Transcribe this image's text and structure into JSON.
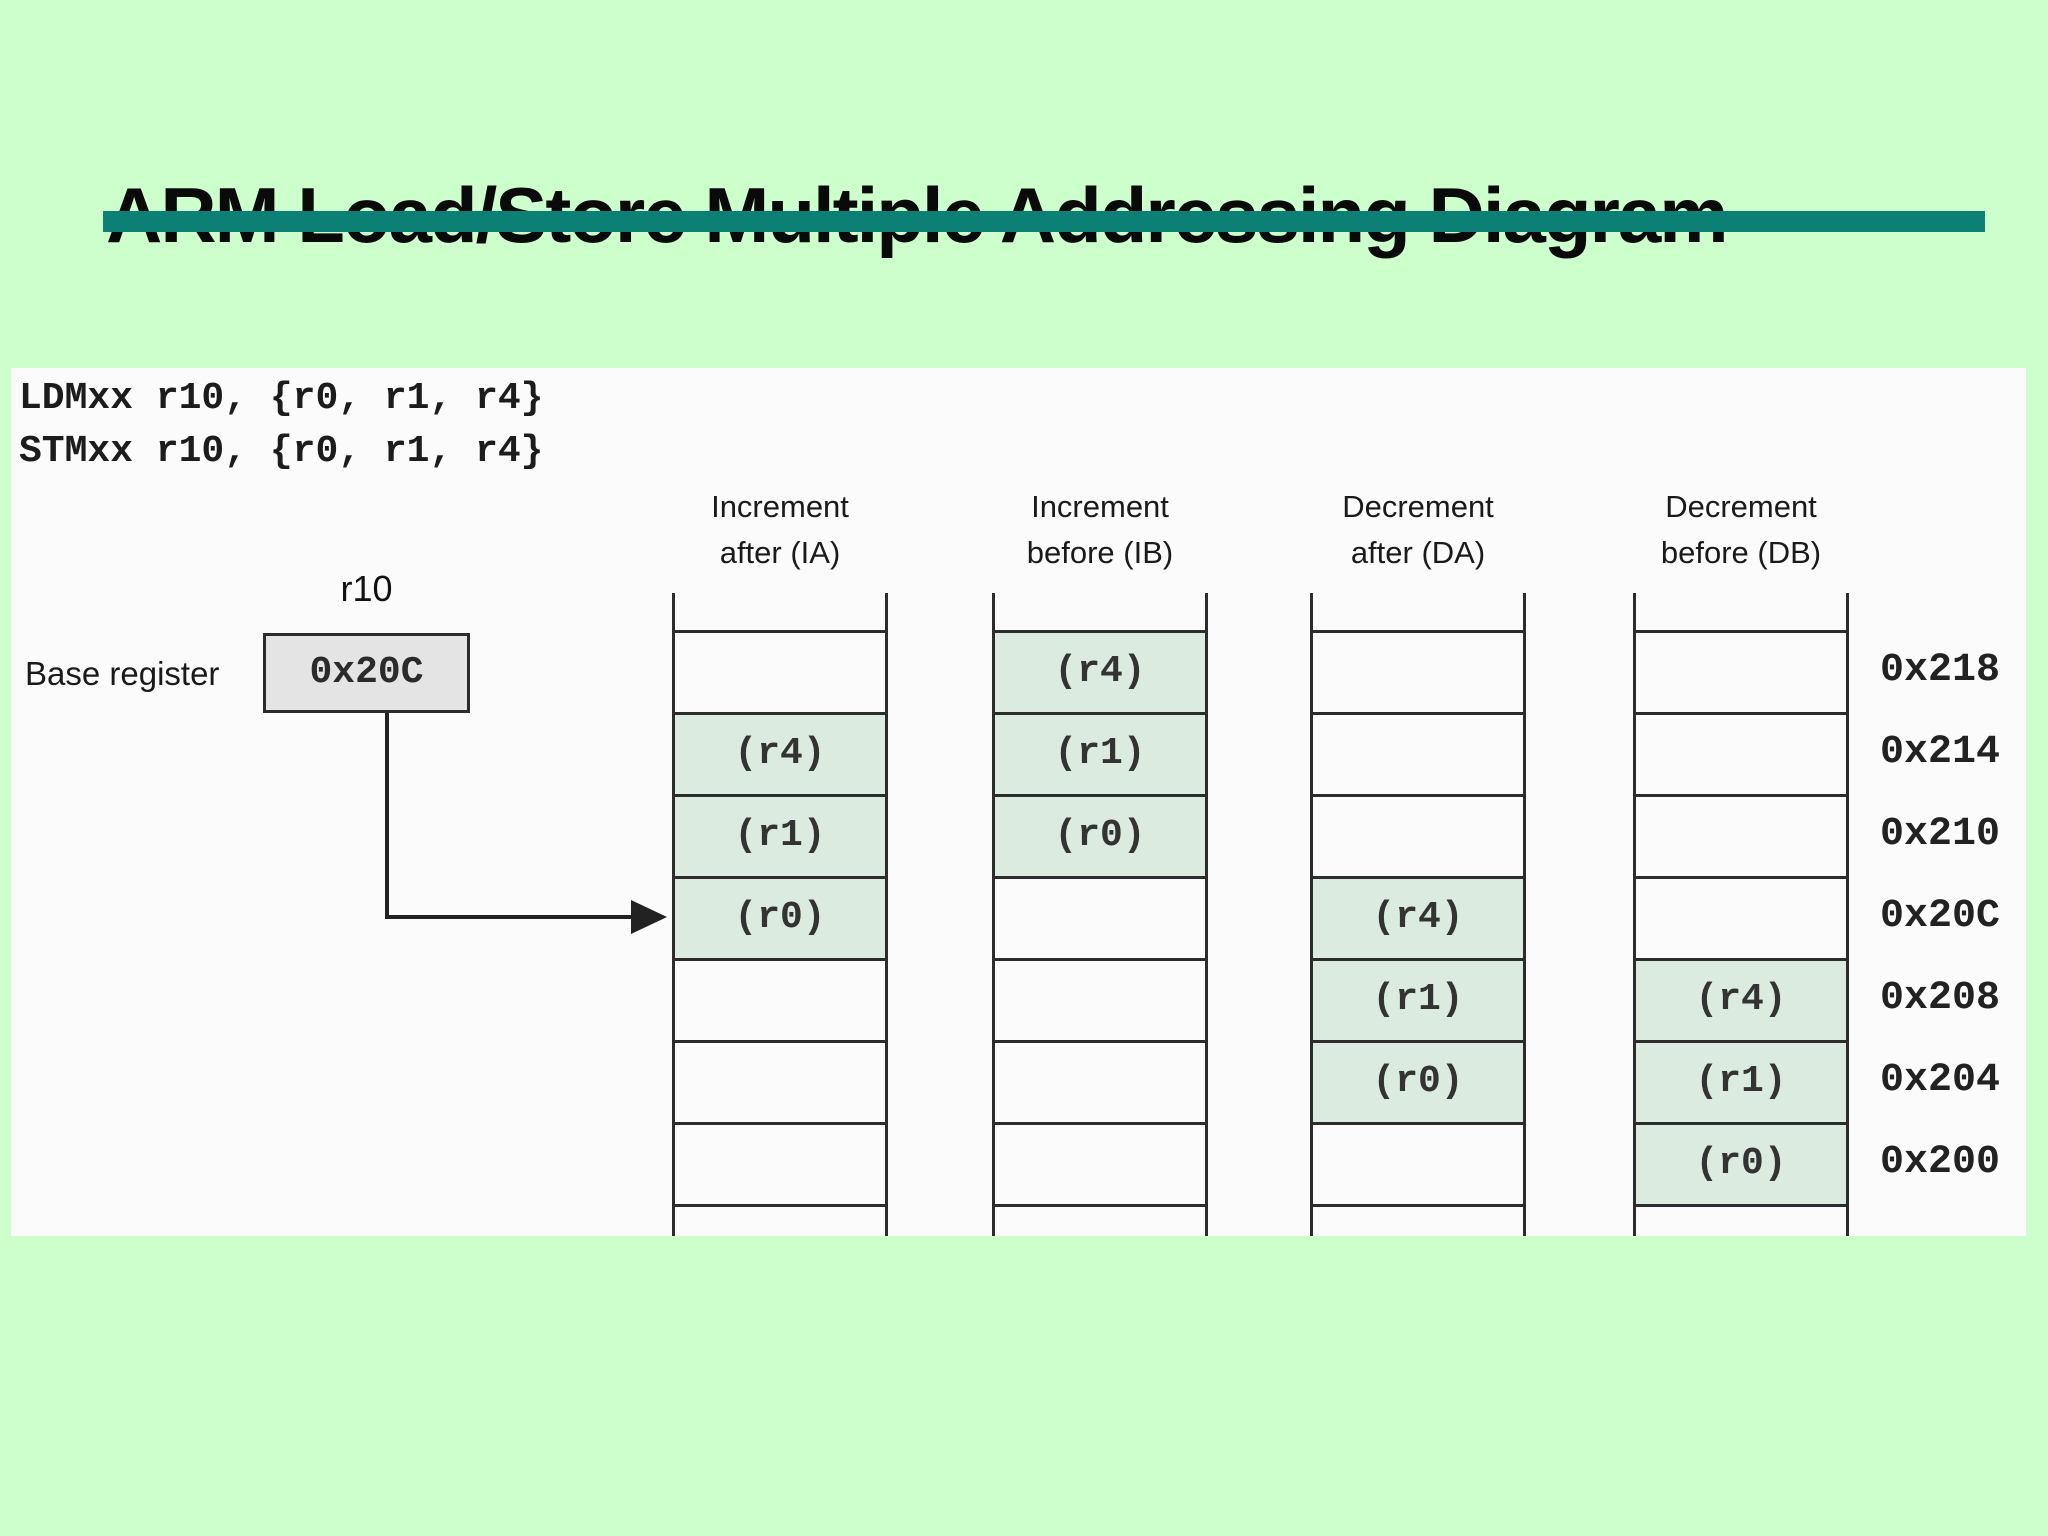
{
  "slide": {
    "title": "ARM Load/Store Multiple Addressing Diagram",
    "background_color": "#ccffcc",
    "accent_color": "#0c8074"
  },
  "code": {
    "line1": "LDMxx r10, {r0, r1, r4}",
    "line2": "STMxx r10, {r0, r1, r4}"
  },
  "base_register": {
    "label": "Base register",
    "register": "r10",
    "value": "0x20C"
  },
  "columns": [
    {
      "id": "ia",
      "title_line1": "Increment",
      "title_line2": "after (IA)",
      "cells": [
        "",
        "(r4)",
        "(r1)",
        "(r0)",
        "",
        "",
        ""
      ]
    },
    {
      "id": "ib",
      "title_line1": "Increment",
      "title_line2": "before (IB)",
      "cells": [
        "(r4)",
        "(r1)",
        "(r0)",
        "",
        "",
        "",
        ""
      ]
    },
    {
      "id": "da",
      "title_line1": "Decrement",
      "title_line2": "after (DA)",
      "cells": [
        "",
        "",
        "",
        "(r4)",
        "(r1)",
        "(r0)",
        ""
      ]
    },
    {
      "id": "db",
      "title_line1": "Decrement",
      "title_line2": "before (DB)",
      "cells": [
        "",
        "",
        "",
        "",
        "(r4)",
        "(r1)",
        "(r0)"
      ]
    }
  ],
  "addresses": [
    "0x218",
    "0x214",
    "0x210",
    "0x20C",
    "0x208",
    "0x204",
    "0x200"
  ],
  "colors": {
    "cell_fill": "#dcebdf",
    "register_box_fill": "#e4e4e4",
    "line_color": "#2c2c2c"
  }
}
